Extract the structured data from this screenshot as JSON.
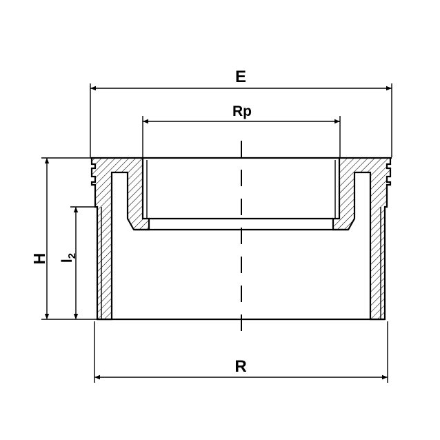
{
  "drawing": {
    "colors": {
      "line": "#000000",
      "background": "#ffffff"
    },
    "dimensions": {
      "E": "E",
      "Rp": "Rp",
      "R": "R",
      "H": "H",
      "l2_base": "l",
      "l2_sub": "2"
    }
  }
}
